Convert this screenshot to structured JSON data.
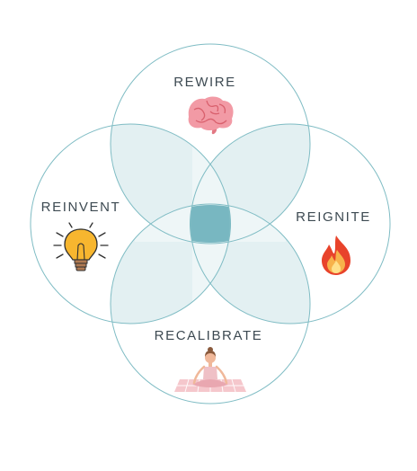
{
  "diagram": {
    "labels": {
      "top": "REWIRE",
      "left": "REINVENT",
      "right": "REIGNITE",
      "bottom": "RECALIBRATE"
    },
    "icons": {
      "top": "brain-icon",
      "left": "lightbulb-icon",
      "right": "flame-icon",
      "bottom": "meditation-icon"
    },
    "colors": {
      "outline": "#7fbcc4",
      "petal": "#e3f0f2",
      "center": "#78b7c1",
      "triple": "#eef6f7"
    }
  }
}
